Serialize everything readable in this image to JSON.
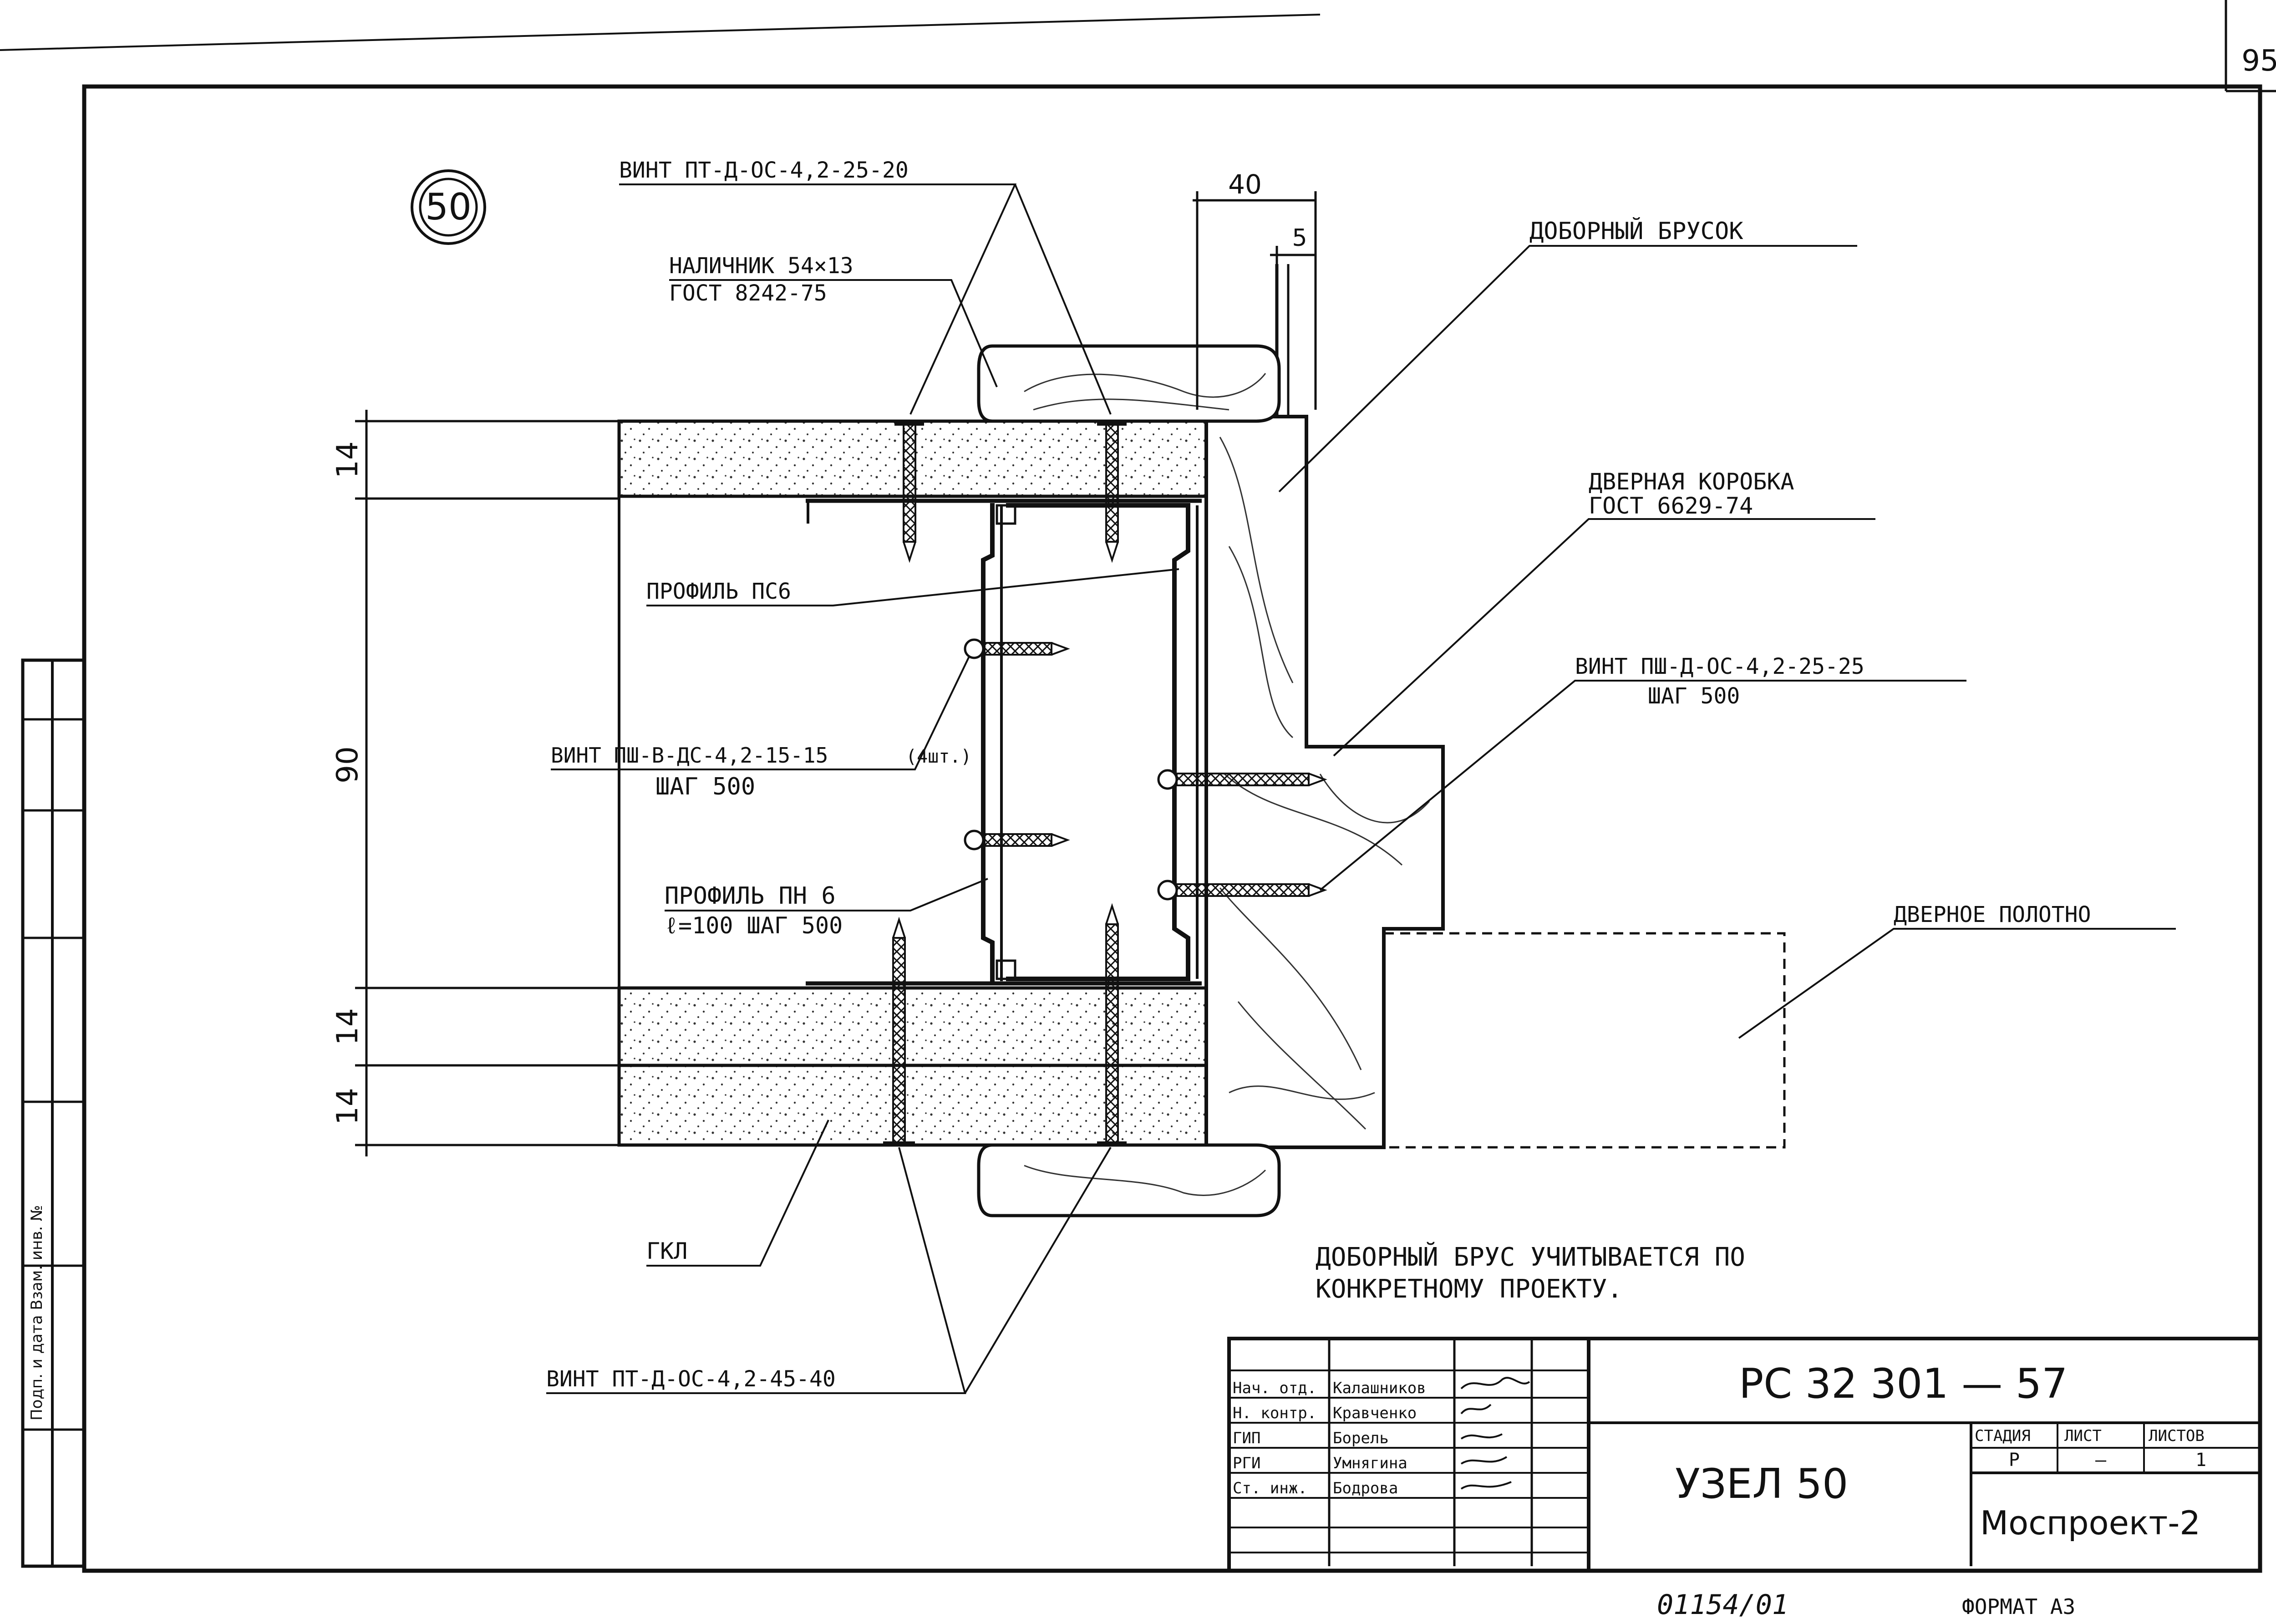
{
  "sheet_number": "95",
  "node_badge": "50",
  "labels": {
    "screw_top": "ВИНТ ПТ-Д-ОС-4,2-25-20",
    "trim_line1": "НАЛИЧНИК 54×13",
    "trim_line2": "ГОСТ 8242-75",
    "extension_bar": "ДОБОРНЫЙ БРУСОК",
    "door_frame_line1": "ДВЕРНАЯ КОРОБКА",
    "door_frame_line2": "ГОСТ 6629-74",
    "profile_ps6": "ПРОФИЛЬ ПС6",
    "screw_psh_d_line1": "ВИНТ ПШ-Д-ОС-4,2-25-25",
    "screw_psh_d_line2": "ШАГ 500",
    "screw_psh_v_line1": "ВИНТ ПШ-В-ДС-4,2-15-15",
    "screw_psh_v_count": "(4шт.)",
    "screw_psh_v_line2": "ШАГ 500",
    "profile_pn6_line1": "ПРОФИЛЬ ПН 6",
    "profile_pn6_line2": "ℓ=100 ШАГ 500",
    "door_leaf": "ДВЕРНОЕ ПОЛОТНО",
    "gkl": "ГКЛ",
    "screw_bottom": "ВИНТ ПТ-Д-ОС-4,2-45-40",
    "note_line1": "ДОБОРНЫЙ БРУС УЧИТЫВАЕТСЯ ПО",
    "note_line2": "КОНКРЕТНОМУ ПРОЕКТУ."
  },
  "dimensions": {
    "top_width": "40",
    "top_gap": "5",
    "left_top": "14",
    "left_middle": "90",
    "left_bottom_1": "14",
    "left_bottom_2": "14"
  },
  "side_stamp": {
    "label": "Подп. и дата   Взам. инв. №"
  },
  "title_block": {
    "code": "РС 32 301 — 57",
    "title": "УЗЕЛ 50",
    "org": "Моспроект-2",
    "stage_header": "СТАДИЯ",
    "sheet_header": "ЛИСТ",
    "sheets_header": "ЛИСТОВ",
    "stage_value": "Р",
    "sheet_value": "—",
    "sheets_value": "1",
    "rows": [
      {
        "role": "Нач. отд.",
        "name": "Калашников"
      },
      {
        "role": "Н. контр.",
        "name": "Кравченко"
      },
      {
        "role": "ГИП",
        "name": "Борель"
      },
      {
        "role": "РГИ",
        "name": "Умнягина"
      },
      {
        "role": "Ст. инж.",
        "name": "Бодрова"
      }
    ]
  },
  "bottom_footer": {
    "inventory": "01154/01",
    "format": "ФОРМАТ А3"
  }
}
